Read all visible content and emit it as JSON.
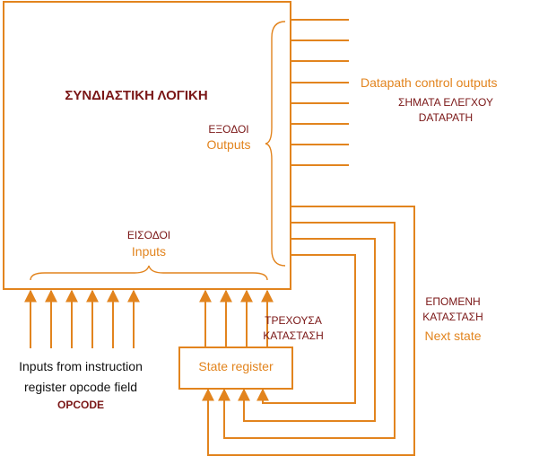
{
  "colors": {
    "line": "#e2841e",
    "dark_red": "#7a1616",
    "orange_text": "#e2841e",
    "black": "#111111",
    "background": "#ffffff"
  },
  "logic_block": {
    "title": "ΣΥΝΔΙΑΣΤΙΚΗ ΛΟΓΙΚΗ",
    "outputs_greek": "ΕΞΟΔΟΙ",
    "outputs_english": "Outputs",
    "inputs_greek": "ΕΙΣΟΔΟΙ",
    "inputs_english": "Inputs"
  },
  "control_outputs": {
    "english": "Datapath control outputs",
    "greek_line1": "ΣΗΜΑΤΑ ΕΛΕΓΧΟΥ",
    "greek_line2": "DATAPATH",
    "count": 8
  },
  "next_state": {
    "greek_line1": "ΕΠΟΜΕΝΗ",
    "greek_line2": "ΚΑΤΑΣΤΑΣΗ",
    "english": "Next state",
    "count": 4
  },
  "current_state": {
    "greek_line1": "ΤΡΕΧΟΥΣΑ",
    "greek_line2": "ΚΑΤΑΣΤΑΣΗ",
    "count": 4
  },
  "state_register": {
    "label": "State register"
  },
  "opcode_inputs": {
    "line1": "Inputs from instruction",
    "line2": "register opcode field",
    "line3": "OPCODE",
    "count": 6
  }
}
